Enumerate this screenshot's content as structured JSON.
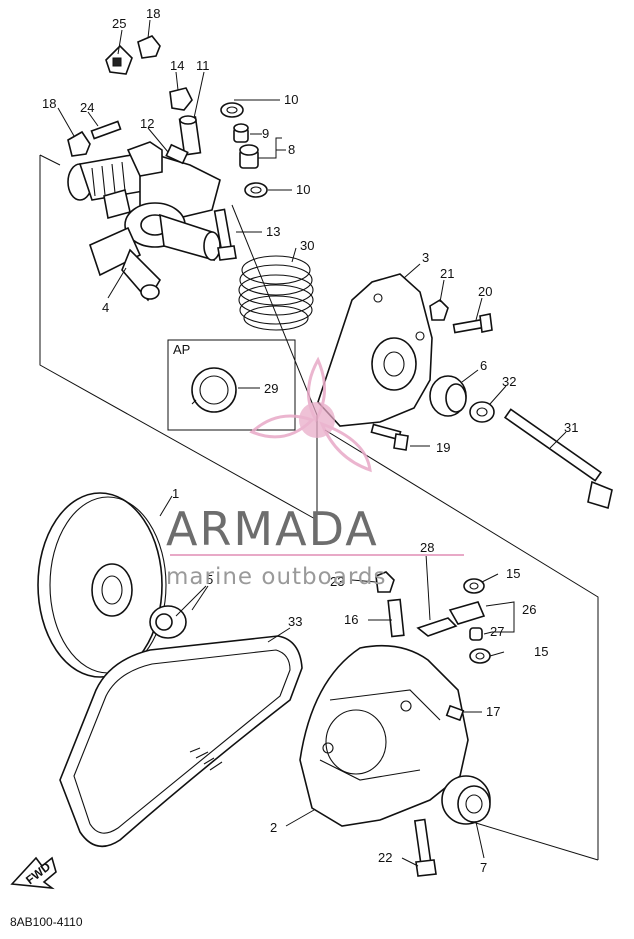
{
  "diagram": {
    "part_numbers": [
      "1",
      "2",
      "3",
      "4",
      "5",
      "6",
      "7",
      "8",
      "9",
      "10",
      "11",
      "12",
      "13",
      "14",
      "15",
      "16",
      "17",
      "18",
      "19",
      "20",
      "21",
      "22",
      "23",
      "24",
      "25",
      "26",
      "27",
      "28",
      "29",
      "30",
      "31",
      "32",
      "33"
    ],
    "label_10": "10",
    "label_15": "15",
    "label_18": "18",
    "ap_label": "AP",
    "fwd_label": "FWD",
    "drawing_code": "8AB100-4110"
  },
  "watermark": {
    "brand": "ARMADA",
    "tagline": "marine outboards",
    "brand_color": "#e8a9c7",
    "text_color": "#6d6d6d"
  }
}
